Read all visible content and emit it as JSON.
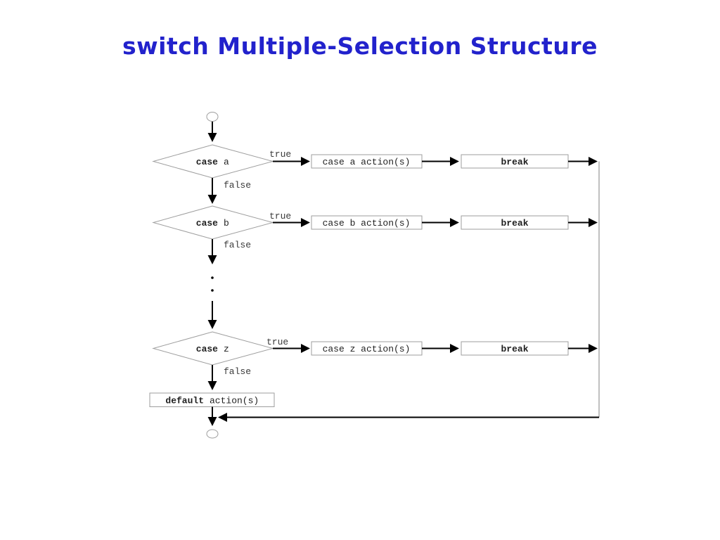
{
  "title": "switch Multiple-Selection Structure",
  "colors": {
    "title_blue": "#2222cc",
    "arrow_black": "#000000",
    "shape_border_gray": "#9e9e9e",
    "text_dark": "#1f1f1f"
  },
  "flowchart": {
    "labels": {
      "true_label": "true",
      "false_label": "false"
    },
    "rows": [
      {
        "cond_keyword": "case",
        "cond_var": "a",
        "action_text": "case a action(s)",
        "break_text": "break"
      },
      {
        "cond_keyword": "case",
        "cond_var": "b",
        "action_text": "case b action(s)",
        "break_text": "break"
      },
      {
        "cond_keyword": "case",
        "cond_var": "z",
        "action_text": "case z action(s)",
        "break_text": "break"
      }
    ],
    "default_box": {
      "keyword": "default",
      "rest": "action(s)"
    }
  }
}
